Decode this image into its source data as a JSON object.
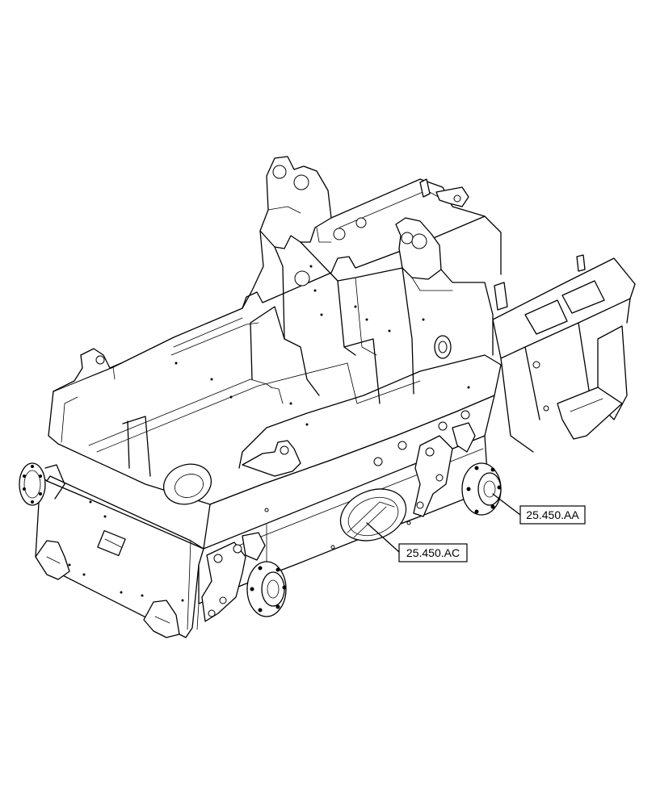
{
  "callouts": [
    {
      "id": "rear-axle-hub",
      "label": "25.450.AA"
    },
    {
      "id": "side-cover",
      "label": "25.450.AC"
    }
  ]
}
